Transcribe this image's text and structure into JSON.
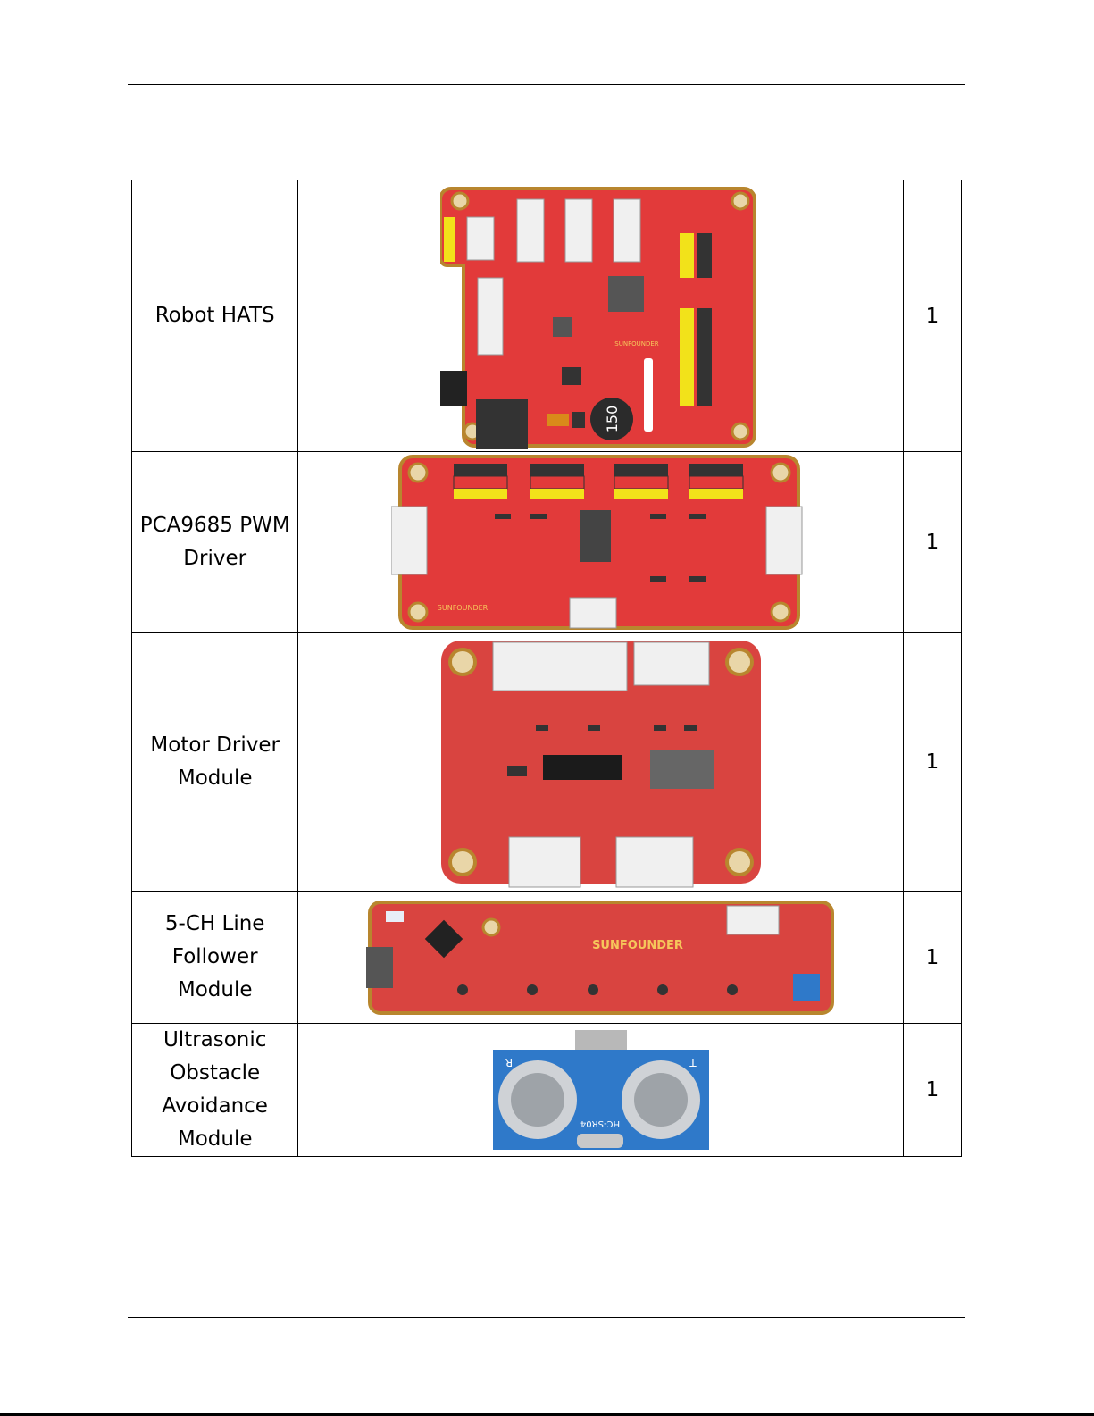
{
  "parts": [
    {
      "name": "Robot HATS",
      "image": "robot-hats-board-image",
      "qty": "1"
    },
    {
      "name": "PCA9685 PWM\nDriver",
      "image": "pca9685-pwm-driver-board-image",
      "qty": "1"
    },
    {
      "name": "Motor Driver\nModule",
      "image": "motor-driver-module-image",
      "qty": "1"
    },
    {
      "name": "5-CH Line\nFollower\nModule",
      "image": "line-follower-module-image",
      "qty": "1"
    },
    {
      "name": "Ultrasonic\nObstacle\nAvoidance\nModule",
      "image": "ultrasonic-module-image",
      "qty": "1"
    }
  ],
  "board_labels": {
    "brand": "SUNFOUNDER",
    "inductor": "150",
    "ultrasonic_model": "HC-SR04",
    "ultrasonic_r": "R",
    "ultrasonic_t": "T"
  },
  "colors": {
    "pcb_red": "#e23a3a",
    "pcb_gold_edge": "#b8862e",
    "pcb_blue": "#2f79c9",
    "header_yellow": "#f2e21a"
  }
}
